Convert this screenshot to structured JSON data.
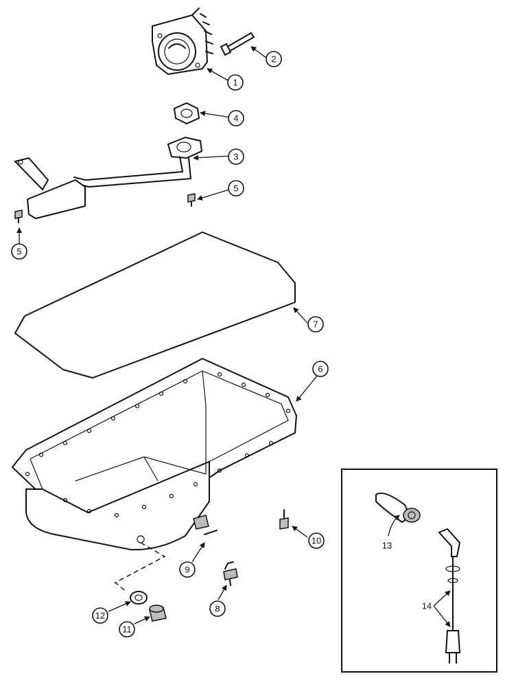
{
  "callouts": {
    "c1": "1",
    "c2": "2",
    "c3": "3",
    "c4": "4",
    "c5a": "5",
    "c5b": "5",
    "c6": "6",
    "c7": "7",
    "c8": "8",
    "c9": "9",
    "c10": "10",
    "c11": "11",
    "c12": "12"
  },
  "inset": {
    "c13": "13",
    "c14": "14"
  }
}
